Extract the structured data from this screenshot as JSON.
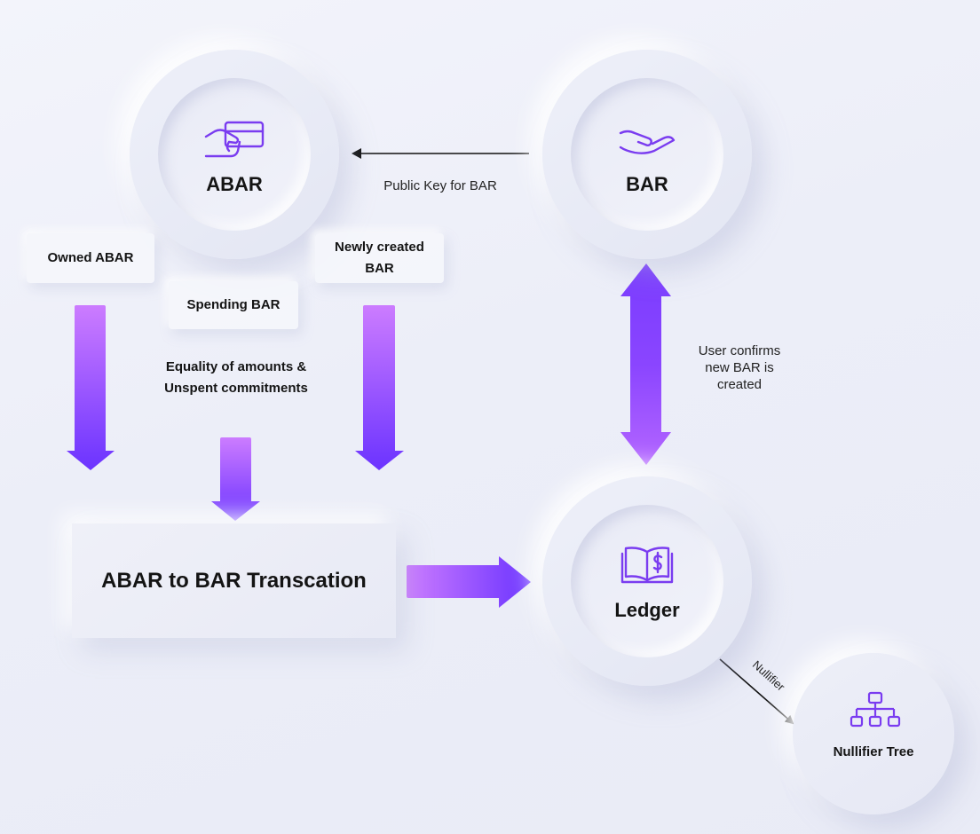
{
  "nodes": {
    "abar": {
      "title": "ABAR",
      "icon": "card-in-hand-icon"
    },
    "bar": {
      "title": "BAR",
      "icon": "open-hand-icon"
    },
    "ledger": {
      "title": "Ledger",
      "icon": "ledger-book-dollar-icon"
    },
    "nullifier_tree": {
      "title": "Nullifier Tree",
      "icon": "hierarchy-tree-icon"
    }
  },
  "transaction": {
    "title": "ABAR to BAR Transcation"
  },
  "labels": {
    "owned_abar": "Owned ABAR",
    "spending_bar": "Spending BAR",
    "newly_created_line1": "Newly created",
    "newly_created_line2": "BAR",
    "equality_line1": "Equality of amounts &",
    "equality_line2": "Unspent commitments",
    "public_key": "Public Key for BAR",
    "user_confirms_line1": "User confirms",
    "user_confirms_line2": "new BAR is",
    "user_confirms_line3": "created",
    "nullifier": "Nullifier"
  },
  "colors": {
    "arrow_light": "#c77dff",
    "arrow_dark": "#6b33ff",
    "icon_purple": "#7a3cf0",
    "connector": "#111111"
  }
}
